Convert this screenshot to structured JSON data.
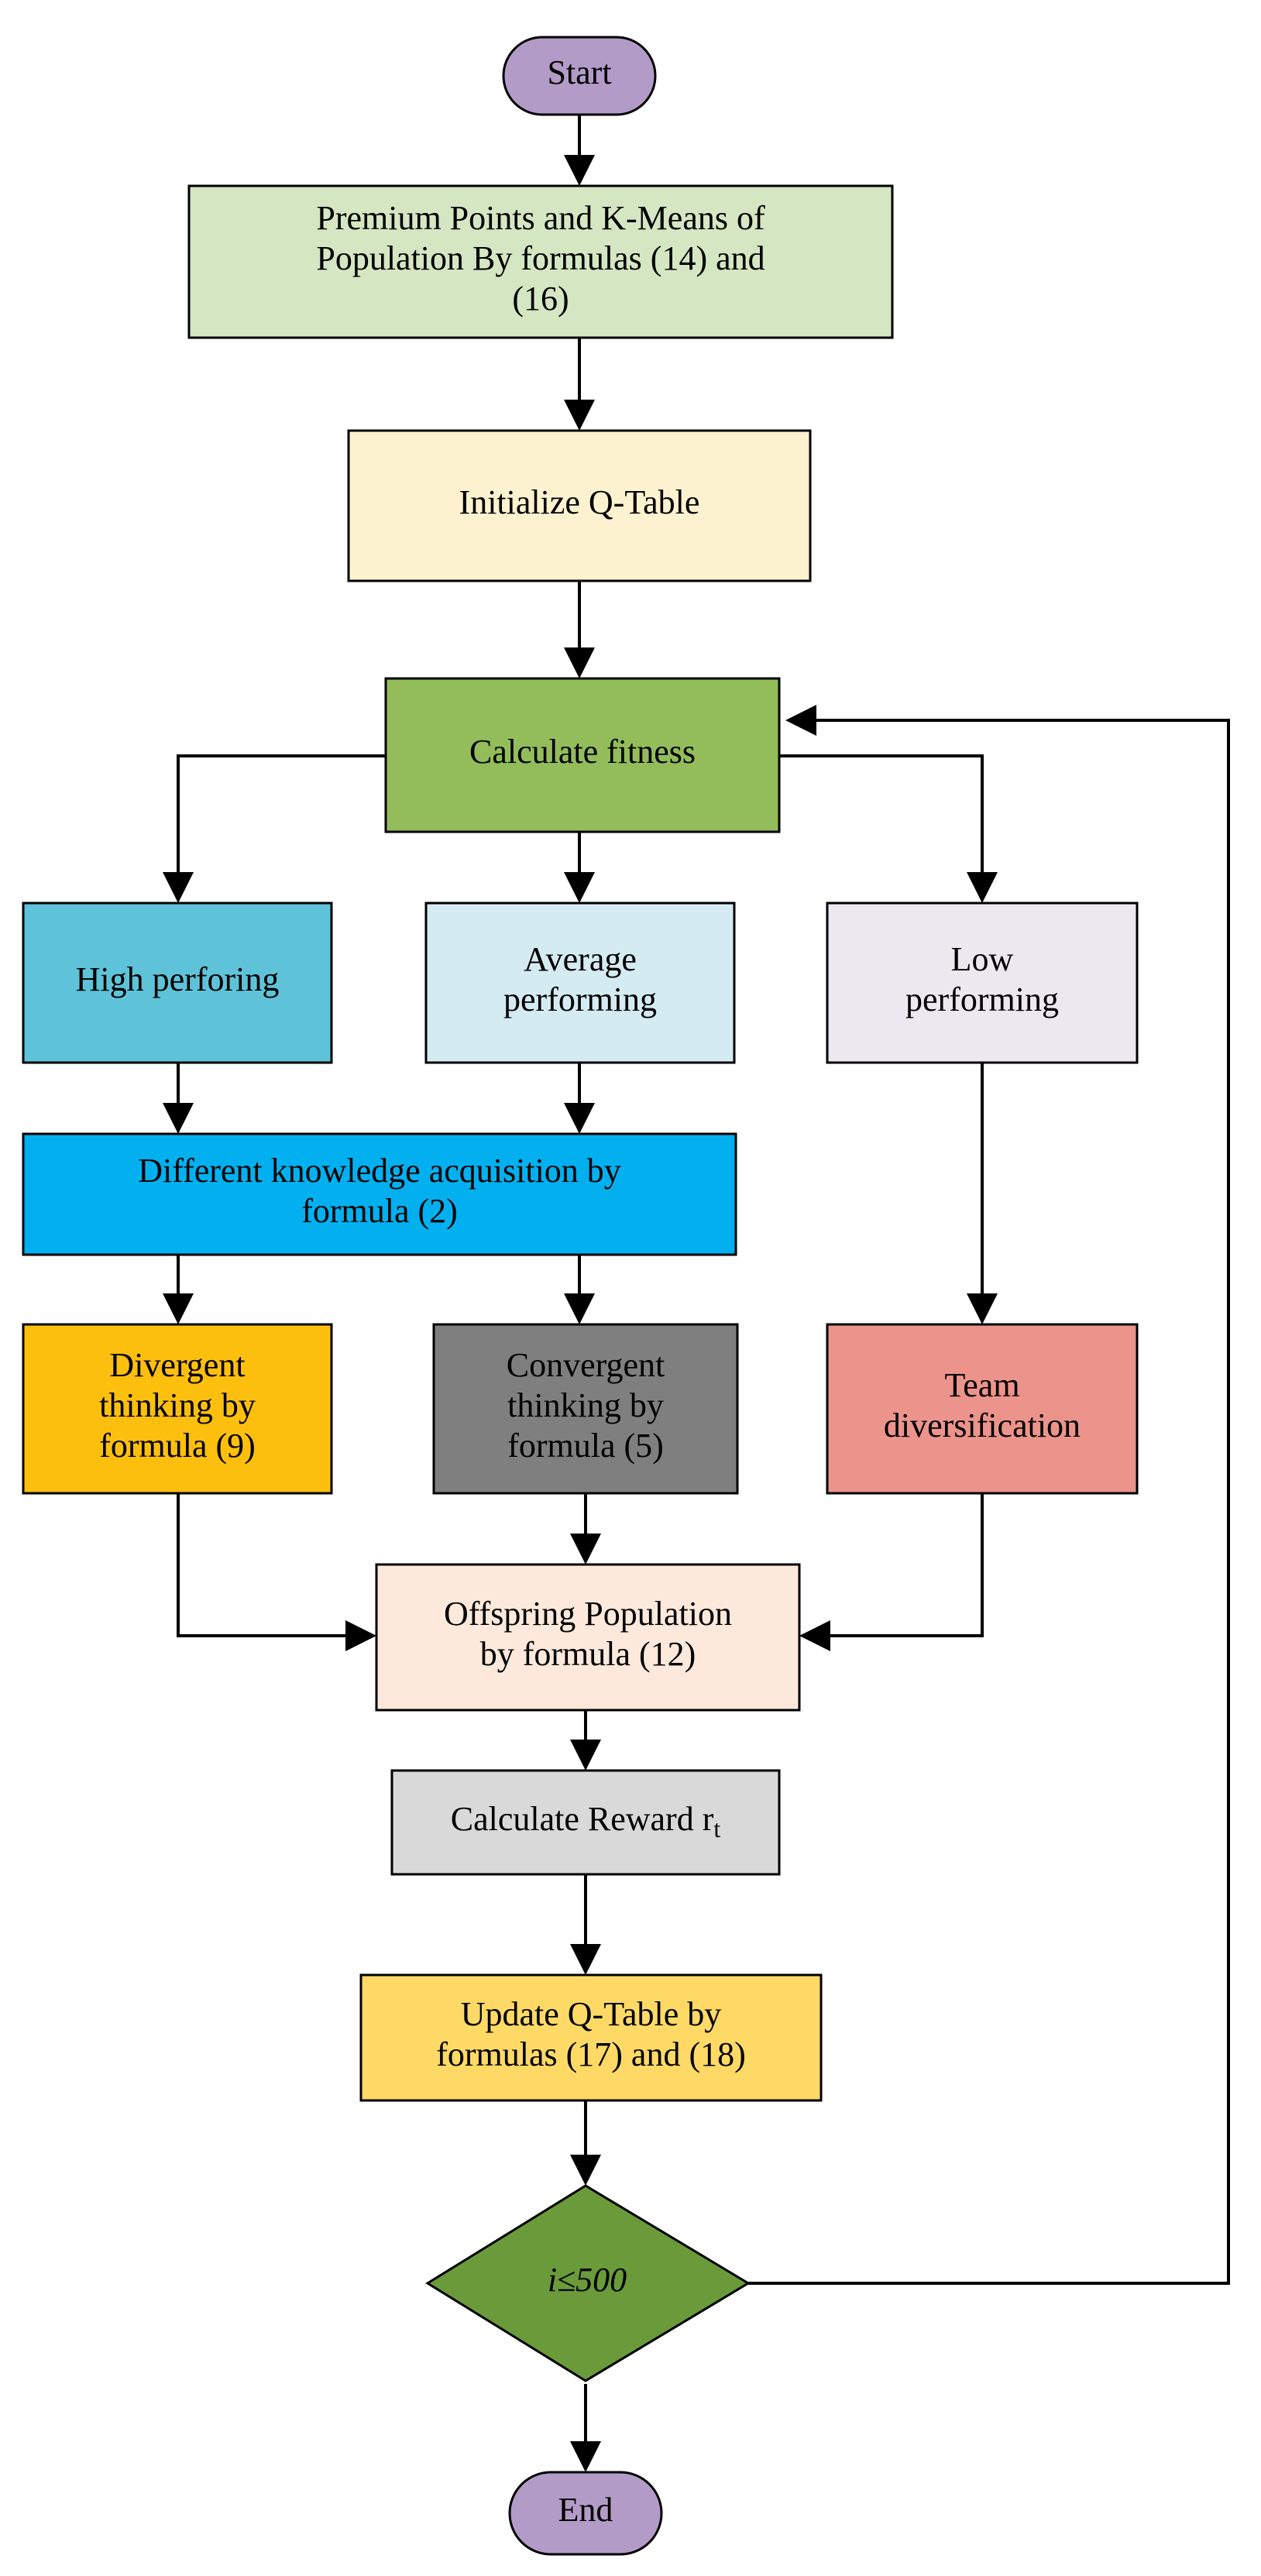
{
  "nodes": {
    "start": {
      "lines": [
        "Start"
      ],
      "color": "#b39bc8"
    },
    "premium": {
      "lines": [
        "Premium Points and K-Means of",
        "Population By formulas (14) and",
        "(16)"
      ],
      "color": "#d5e6c3"
    },
    "init_q": {
      "lines": [
        "Initialize Q-Table"
      ],
      "color": "#fdf2cf"
    },
    "fitness": {
      "lines": [
        "Calculate fitness"
      ],
      "color": "#92bd5a"
    },
    "high": {
      "lines": [
        "High perforing"
      ],
      "color": "#5ec3d9"
    },
    "average": {
      "lines": [
        "Average",
        "performing"
      ],
      "color": "#d5ebf2"
    },
    "low": {
      "lines": [
        "Low",
        "performing"
      ],
      "color": "#ece8f0"
    },
    "knowledge": {
      "lines": [
        "Different knowledge acquisition by",
        "formula (2)"
      ],
      "color": "#03b0ef"
    },
    "divergent": {
      "lines": [
        "Divergent",
        "thinking by",
        "formula (9)"
      ],
      "color": "#fcbf0d"
    },
    "convergent": {
      "lines": [
        "Convergent",
        "thinking by",
        "formula (5)"
      ],
      "color": "#7f7f7f"
    },
    "team": {
      "lines": [
        "Team",
        "diversification"
      ],
      "color": "#ec948b"
    },
    "offspring": {
      "lines": [
        "Offspring Population",
        "by formula (12)"
      ],
      "color": "#fde9dc"
    },
    "reward": {
      "lines": [
        "Calculate Reward r",
        "t"
      ],
      "color": "#d9d9d9"
    },
    "update_q": {
      "lines": [
        "Update Q-Table by",
        "formulas (17) and (18)"
      ],
      "color": "#ffd966"
    },
    "loop_check": {
      "lines": [
        "i≤500"
      ],
      "color": "#6a9a3a"
    },
    "end": {
      "lines": [
        "End"
      ],
      "color": "#b39bc8"
    }
  }
}
